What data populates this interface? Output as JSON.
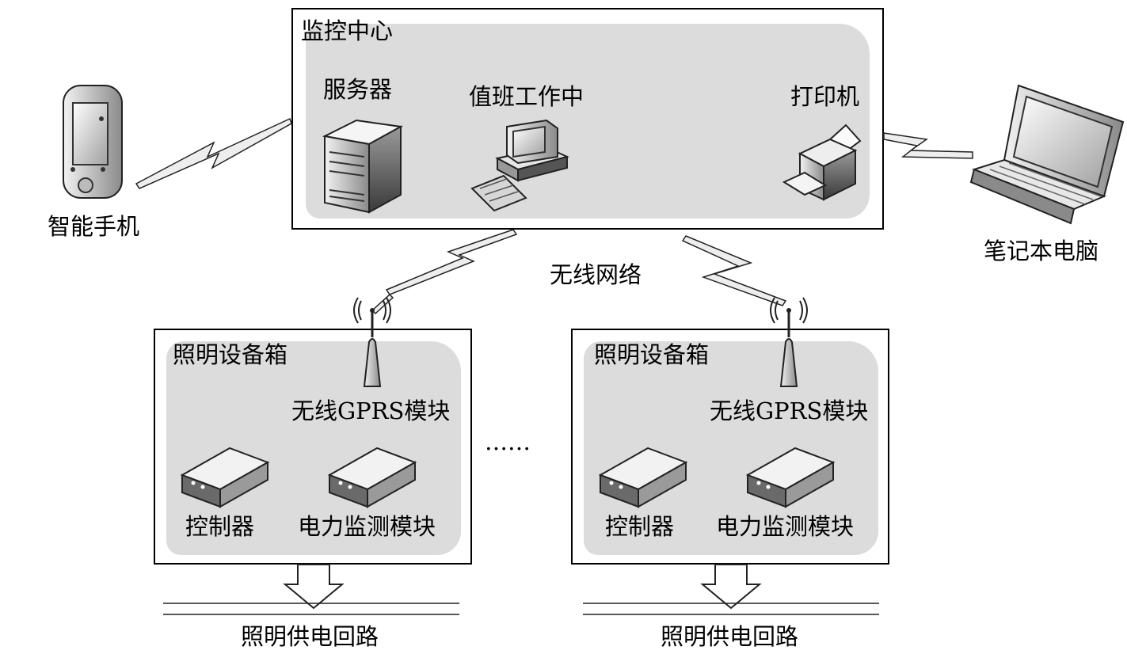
{
  "monitoring_center": {
    "title": "监控中心",
    "server_label": "服务器",
    "workstation_label": "值班工作中",
    "printer_label": "打印机"
  },
  "smartphone_label": "智能手机",
  "laptop_label": "笔记本电脑",
  "wireless_network_label": "无线网络",
  "ellipsis": "……",
  "lighting_boxes": [
    {
      "title": "照明设备箱",
      "gprs_label": "无线GPRS模块",
      "controller_label": "控制器",
      "power_monitor_label": "电力监测模块",
      "circuit_label": "照明供电回路"
    },
    {
      "title": "照明设备箱",
      "gprs_label": "无线GPRS模块",
      "controller_label": "控制器",
      "power_monitor_label": "电力监测模块",
      "circuit_label": "照明供电回路"
    }
  ]
}
